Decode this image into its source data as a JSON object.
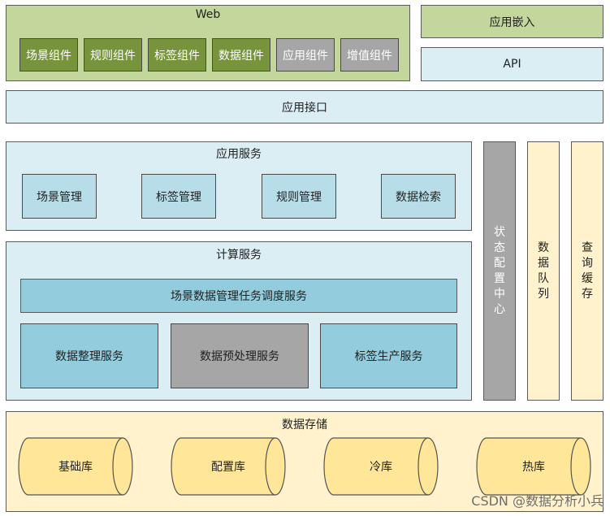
{
  "web": {
    "title": "Web",
    "components": [
      "场景组件",
      "规则组件",
      "标签组件",
      "数据组件",
      "应用组件",
      "增值组件"
    ]
  },
  "embed_label": "应用嵌入",
  "api_label": "API",
  "app_interface": "应用接口",
  "app_service": {
    "title": "应用服务",
    "items": [
      "场景管理",
      "标签管理",
      "规则管理",
      "数据检索"
    ]
  },
  "compute_service": {
    "title": "计算服务",
    "scheduler": "场景数据管理任务调度服务",
    "items": [
      "数据整理服务",
      "数据预处理服务",
      "标签生产服务"
    ]
  },
  "side": {
    "state_center": "状态配置中心",
    "data_queue": "数据队列",
    "query_cache": "查询缓存"
  },
  "storage": {
    "title": "数据存储",
    "items": [
      "基础库",
      "配置库",
      "冷库",
      "热库"
    ]
  },
  "watermark": "CSDN @数据分析小兵",
  "colors": {
    "web_bg": "#c3d69b",
    "green_component": "#77933c",
    "grey_component": "#a6a6a6",
    "light_blue": "#dbeef4",
    "mid_blue": "#b7dee8",
    "blue": "#93cddd",
    "pale_yellow": "#fff2cc",
    "cylinder_yellow": "#ffe699"
  }
}
